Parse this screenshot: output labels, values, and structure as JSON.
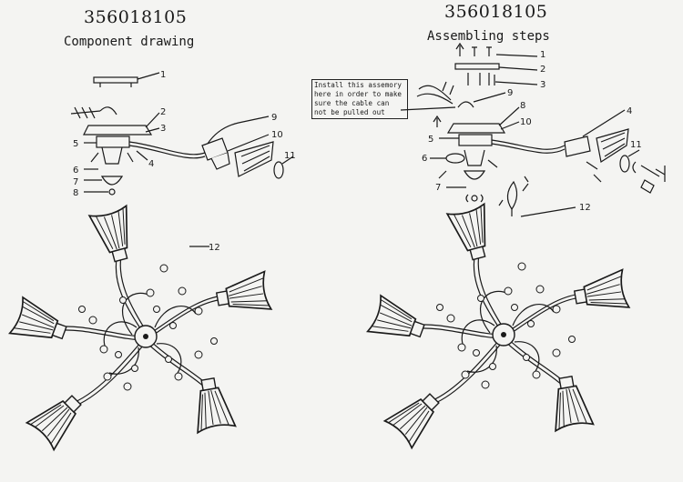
{
  "left": {
    "model": "356018105",
    "title": "Component drawing",
    "callouts": [
      "1",
      "2",
      "3",
      "4",
      "5",
      "6",
      "7",
      "8",
      "9",
      "10",
      "11",
      "12"
    ]
  },
  "right": {
    "model": "356018105",
    "title": "Assembling steps",
    "note_lines": [
      "Install this assemory",
      "here in order to make",
      "sure the cable can",
      "not be pulled out"
    ],
    "callouts": [
      "1",
      "2",
      "3",
      "4",
      "5",
      "6",
      "7",
      "8",
      "9",
      "10",
      "11",
      "12"
    ]
  },
  "colors": {
    "ink": "#1a1a1a",
    "paper": "#f4f4f2"
  }
}
